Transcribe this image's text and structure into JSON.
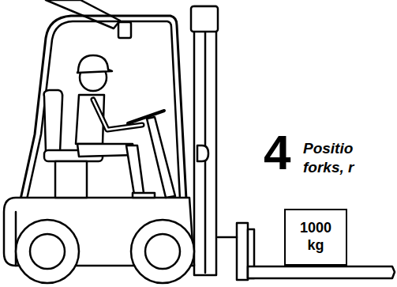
{
  "diagram": {
    "nodes": [
      {
        "text": [
          "1000 kg"
        ]
      }
    ],
    "labels": [
      "4",
      "Positio forks, r"
    ]
  }
}
